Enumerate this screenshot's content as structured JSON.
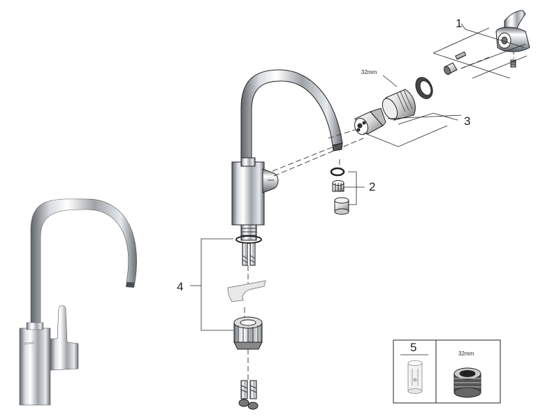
{
  "brand_mark": "GROHE",
  "callouts": {
    "c1": "1",
    "c2": "2",
    "c3": "3",
    "c4": "4",
    "c5": "5"
  },
  "dimensions": {
    "cartridge_nut": "32mm",
    "spare_nut": "32mm"
  },
  "colors": {
    "line": "#222222",
    "chrome_dark": "#6b6f74",
    "chrome_light": "#f4f6f8",
    "part_gray": "#8a8a8a"
  }
}
